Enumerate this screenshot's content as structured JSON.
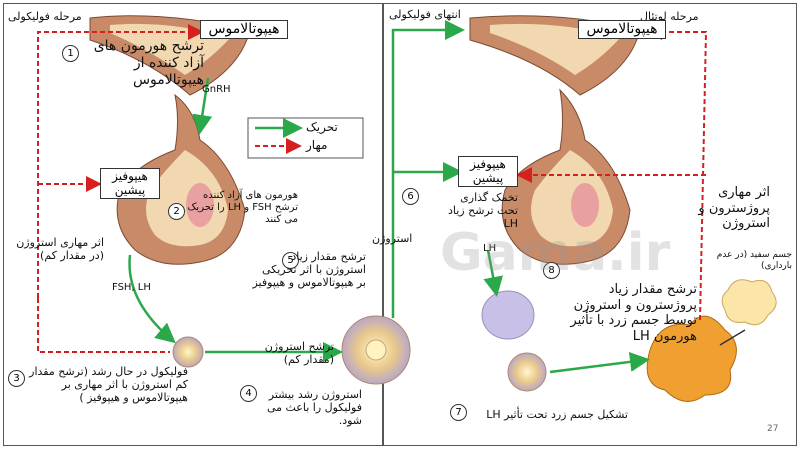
{
  "panels": {
    "follicular": "مرحله فولیکولی",
    "ovulation": "انتهای فولیکولی",
    "luteal": "مرحله لوتئال"
  },
  "labels": {
    "hypothalamus": "هیپوتالاموس",
    "hypophysis": "هیپوفیز پیشین",
    "gnrh": "GnRH",
    "fsh_lh": "FSH, LH",
    "lh": "LH",
    "estrogen": "استروژن"
  },
  "legend": {
    "stim": "تحریک",
    "inhib": "مهار"
  },
  "steps": {
    "s1": "ترشح هورمون های آزاد کننده از هیپوتالاموس",
    "s2": "هورمون های آزاد کننده ترشح FSH و LH را تحریک می کنند",
    "s3": "فولیکول در حال رشد (ترشح مقدار کم استروژن با اثر مهاری بر هیپوتالاموس و هیپوفیز )",
    "s4": "استروژن رشد بیشتر فولیکول را باعث می شود.",
    "s5": "ترشح مقدار زیاد استروژن با اثر تحریکی بر هیپوتالاموس و هیپوفیز",
    "s6": "تخمک گذاری تحت ترشح زیاد LH",
    "s7": "تشکیل جسم زرد تحت تأثیر LH",
    "s8": "ترشح مقدار زیاد پروژسترون و استروژن توسط جسم زرد با تأثیر هورمون LH"
  },
  "notes": {
    "inhib_low": "اثر مهاری استروژن (در مقدار کم)",
    "est_secretion": "ترشح استروژن (مقدار کم)",
    "inhib_prog": "اثر مهاری پروژسترون و استروژن",
    "corpus_albicans": "جسم سفید (در عدم بارداری)"
  },
  "numbers": [
    "1",
    "2",
    "3",
    "4",
    "5",
    "6",
    "7",
    "8"
  ],
  "watermark": "Gama.ir",
  "page_number": "27",
  "colors": {
    "stim": "#2aa84a",
    "inhib": "#d62020",
    "hypo": "#c98a68",
    "inner": "#f2d8b0"
  }
}
